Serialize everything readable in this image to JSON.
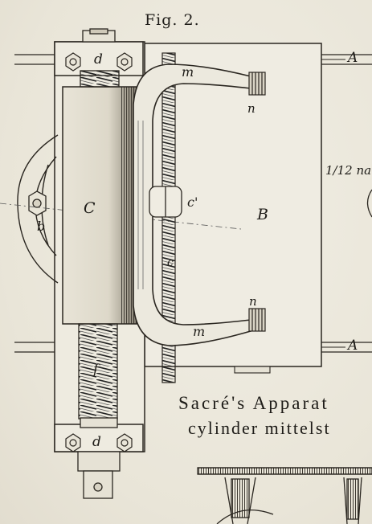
{
  "figure": {
    "title": "Fig. 2.",
    "scale_note": "1/12 na"
  },
  "labels": {
    "A_top": "A",
    "A_bottom": "A",
    "B": "B",
    "C": "C",
    "b": "b",
    "c_prime": "c'",
    "c": "c",
    "d_top": "d",
    "d_bottom": "d",
    "f": "f",
    "m_top": "m",
    "m_bottom": "m",
    "n_top": "n",
    "n_bottom": "n"
  },
  "caption": {
    "line1": "Sacré's Apparat",
    "line2": "cylinder mittelst"
  }
}
